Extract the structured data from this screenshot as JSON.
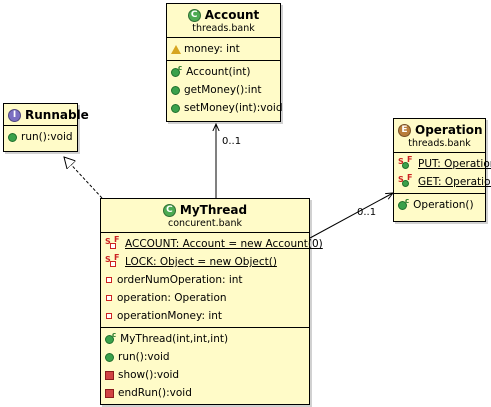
{
  "diagram": {
    "classes": {
      "account": {
        "kind_letter": "C",
        "name": "Account",
        "package": "threads.bank",
        "fields": [
          {
            "text": "money: int",
            "visibility": "protected"
          }
        ],
        "methods": [
          {
            "text": "Account(int)",
            "visibility": "constructor",
            "modifier": "c"
          },
          {
            "text": "getMoney():int",
            "visibility": "public"
          },
          {
            "text": "setMoney(int):void",
            "visibility": "public"
          }
        ]
      },
      "runnable": {
        "kind_letter": "I",
        "name": "Runnable",
        "methods": [
          {
            "text": "run():void",
            "visibility": "public"
          }
        ]
      },
      "operation": {
        "kind_letter": "E",
        "name": "Operation",
        "package": "threads.bank",
        "fields": [
          {
            "text": "PUT: Operation",
            "visibility": "public",
            "static": true,
            "final": true
          },
          {
            "text": "GET: Operation",
            "visibility": "public",
            "static": true,
            "final": true
          }
        ],
        "methods": [
          {
            "text": "Operation()",
            "visibility": "constructor",
            "modifier": "c"
          }
        ]
      },
      "mythread": {
        "kind_letter": "C",
        "name": "MyThread",
        "package": "concurent.bank",
        "fields": [
          {
            "text": "ACCOUNT: Account = new Account(0)",
            "visibility": "private",
            "static": true,
            "final": true
          },
          {
            "text": "LOCK: Object = new Object()",
            "visibility": "private",
            "static": true,
            "final": true
          },
          {
            "text": "orderNumOperation: int",
            "visibility": "private"
          },
          {
            "text": "operation: Operation",
            "visibility": "private"
          },
          {
            "text": "operationMoney: int",
            "visibility": "private"
          }
        ],
        "methods": [
          {
            "text": "MyThread(int,int,int)",
            "visibility": "constructor",
            "modifier": "c"
          },
          {
            "text": "run():void",
            "visibility": "public"
          },
          {
            "text": "show():void",
            "visibility": "private"
          },
          {
            "text": "endRun():void",
            "visibility": "private"
          }
        ]
      }
    },
    "relations": [
      {
        "from": "MyThread",
        "to": "Account",
        "type": "association",
        "multiplicity": "0..1"
      },
      {
        "from": "MyThread",
        "to": "Operation",
        "type": "association",
        "multiplicity": "0..1"
      },
      {
        "from": "MyThread",
        "to": "Runnable",
        "type": "realization"
      }
    ],
    "colors": {
      "class_fill": "#fffbc8",
      "class_badge": "#4caa52",
      "interface_badge": "#7b6fc2",
      "enum_badge": "#b97d3b"
    }
  }
}
